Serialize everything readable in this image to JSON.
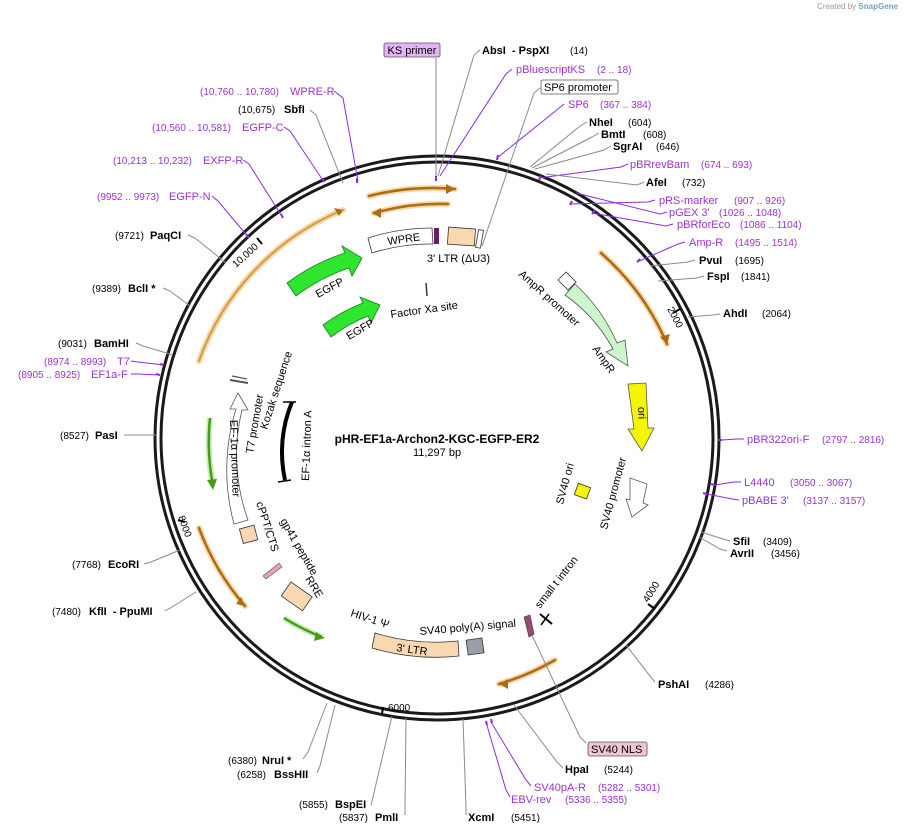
{
  "credit": {
    "prefix": "Created by",
    "brand": "SnapGene"
  },
  "plasmid": {
    "name": "pHR-EF1a-Archon2-KGC-EGFP-ER2",
    "size": "11,297 bp",
    "length": 11297
  },
  "colors": {
    "enzyme_text": "#000000",
    "primer_text": "#9933cc",
    "leader_line": "#777777",
    "orange_feature": "#e39b34",
    "green_feature": "#66cc33",
    "egfp": "#33ee33",
    "ampr": "#ccf5cc",
    "ori": "#f5f500",
    "ltr": "#f9d7b1",
    "white_feature": "#ffffff",
    "sv40_nls_box": "#f0c4d2",
    "ks_primer_box": "#e4b3f5"
  },
  "ticks": [
    "2000",
    "4000",
    "6000",
    "8000",
    "10,000"
  ],
  "left_labels": [
    {
      "kind": "primer",
      "name": "WPRE-R",
      "pos": "(10,760 .. 10,780)"
    },
    {
      "kind": "enzyme",
      "name": "SbfI",
      "pos": "(10,675)"
    },
    {
      "kind": "primer",
      "name": "EGFP-C",
      "pos": "(10,560 .. 10,581)"
    },
    {
      "kind": "primer",
      "name": "EXFP-R",
      "pos": "(10,213 .. 10,232)"
    },
    {
      "kind": "primer",
      "name": "EGFP-N",
      "pos": "(9952 .. 9973)"
    },
    {
      "kind": "enzyme",
      "name": "PaqCI",
      "pos": "(9721)"
    },
    {
      "kind": "enzyme",
      "name": "BclI *",
      "pos": "(9389)"
    },
    {
      "kind": "enzyme",
      "name": "BamHI",
      "pos": "(9031)"
    },
    {
      "kind": "primer",
      "name": "T7",
      "pos": "(8974 .. 8993)"
    },
    {
      "kind": "primer",
      "name": "EF1a-F",
      "pos": "(8905 .. 8925)"
    },
    {
      "kind": "enzyme",
      "name": "PasI",
      "pos": "(8527)"
    },
    {
      "kind": "enzyme",
      "name": "EcoRI",
      "pos": "(7768)"
    },
    {
      "kind": "enzyme",
      "name": "KflI  - PpuMI",
      "pos": "(7480)"
    },
    {
      "kind": "enzyme",
      "name": "NruI *",
      "pos": "(6380)"
    },
    {
      "kind": "enzyme",
      "name": "BssHII",
      "pos": "(6258)"
    },
    {
      "kind": "enzyme",
      "name": "BspEI",
      "pos": "(5855)"
    },
    {
      "kind": "enzyme",
      "name": "PmlI",
      "pos": "(5837)"
    }
  ],
  "right_labels": [
    {
      "kind": "enzyme",
      "name": "AbsI  - PspXI",
      "pos": "(14)"
    },
    {
      "kind": "primer",
      "name": "pBluescriptKS",
      "pos": "(2 .. 18)"
    },
    {
      "kind": "feature-box",
      "name": "SP6 promoter",
      "pos": ""
    },
    {
      "kind": "primer",
      "name": "SP6",
      "pos": "(367 .. 384)"
    },
    {
      "kind": "enzyme",
      "name": "NheI",
      "pos": "(604)"
    },
    {
      "kind": "enzyme",
      "name": "BmtI",
      "pos": "(608)"
    },
    {
      "kind": "enzyme",
      "name": "SgrAI",
      "pos": "(646)"
    },
    {
      "kind": "primer",
      "name": "pBRrevBam",
      "pos": "(674 .. 693)"
    },
    {
      "kind": "enzyme",
      "name": "AfeI",
      "pos": "(732)"
    },
    {
      "kind": "primer",
      "name": "pRS-marker",
      "pos": "(907 .. 926)"
    },
    {
      "kind": "primer",
      "name": "pGEX 3'",
      "pos": "(1026 .. 1048)"
    },
    {
      "kind": "primer",
      "name": "pBRforEco",
      "pos": "(1086 .. 1104)"
    },
    {
      "kind": "primer",
      "name": "Amp-R",
      "pos": "(1495 .. 1514)"
    },
    {
      "kind": "enzyme",
      "name": "PvuI",
      "pos": "(1695)"
    },
    {
      "kind": "enzyme",
      "name": "FspI",
      "pos": "(1841)"
    },
    {
      "kind": "enzyme",
      "name": "AhdI",
      "pos": "(2064)"
    },
    {
      "kind": "primer",
      "name": "pBR322ori-F",
      "pos": "(2797 .. 2816)"
    },
    {
      "kind": "primer",
      "name": "L4440",
      "pos": "(3050 .. 3067)"
    },
    {
      "kind": "primer",
      "name": "pBABE 3'",
      "pos": "(3137 .. 3157)"
    },
    {
      "kind": "enzyme",
      "name": "SfiI",
      "pos": "(3409)"
    },
    {
      "kind": "enzyme",
      "name": "AvrII",
      "pos": "(3456)"
    },
    {
      "kind": "enzyme",
      "name": "PshAI",
      "pos": "(4286)"
    },
    {
      "kind": "feature-box",
      "name": "SV40 NLS",
      "pos": ""
    },
    {
      "kind": "enzyme",
      "name": "HpaI",
      "pos": "(5244)"
    },
    {
      "kind": "primer",
      "name": "SV40pA-R",
      "pos": "(5282 .. 5301)"
    },
    {
      "kind": "primer",
      "name": "EBV-rev",
      "pos": "(5336 .. 5355)"
    },
    {
      "kind": "enzyme",
      "name": "XcmI",
      "pos": "(5451)"
    }
  ],
  "top_box": {
    "name": "KS primer"
  },
  "feature_labels": {
    "wpre": "WPRE",
    "ltr_top": "3' LTR (ΔU3)",
    "egfp_outer": "EGFP",
    "egfp_inner": "EGFP",
    "factor_xa": "Factor Xa site",
    "ampr_promoter": "AmpR promoter",
    "ampr": "AmpR",
    "ori": "ori",
    "sv40_ori": "SV40 ori",
    "sv40_promoter": "SV40 promoter",
    "small_t": "small t intron",
    "sv40_polya": "SV40 poly(A) signal",
    "ltr_bottom": "3' LTR",
    "hiv_psi": "HIV-1 Ψ",
    "rre": "RRE",
    "gp41": "gp41 peptide",
    "cppt": "cPPT/CTS",
    "ef1a_promoter": "EF-1α promoter",
    "t7_promoter": "T7 promoter",
    "kozak": "Kozak sequence",
    "ef1a_intron": "EF-1α intron A"
  }
}
